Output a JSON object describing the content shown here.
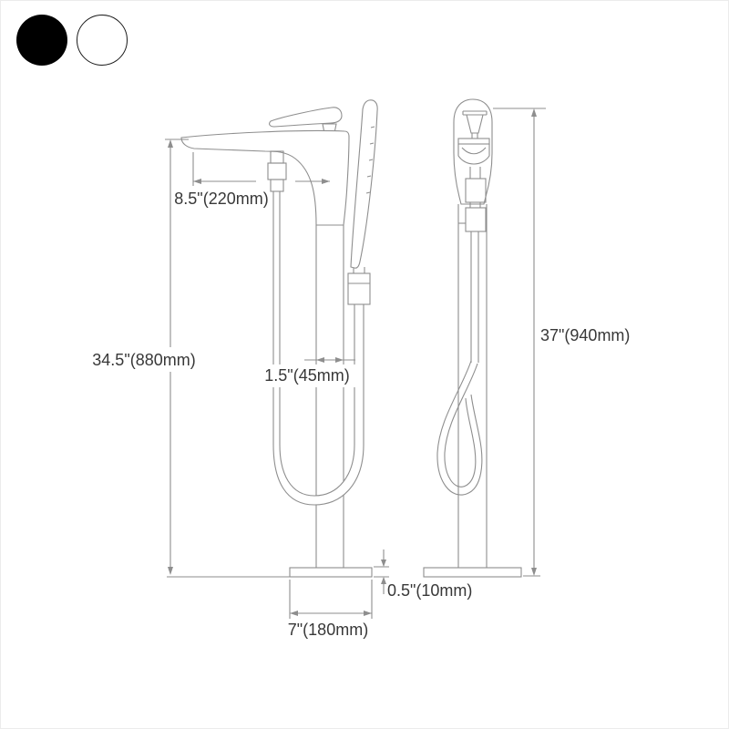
{
  "swatches": {
    "black": "#000000",
    "white": "#ffffff"
  },
  "diagram": {
    "dimensions": {
      "spout_reach": "8.5\"(220mm)",
      "faucet_height": "34.5\"(880mm)",
      "column_width": "1.5\"(45mm)",
      "overall_height": "37\"(940mm)",
      "base_thickness": "0.5\"(10mm)",
      "base_width": "7\"(180mm)"
    },
    "line_color": "#8e8e8e",
    "text_color": "#383838"
  }
}
